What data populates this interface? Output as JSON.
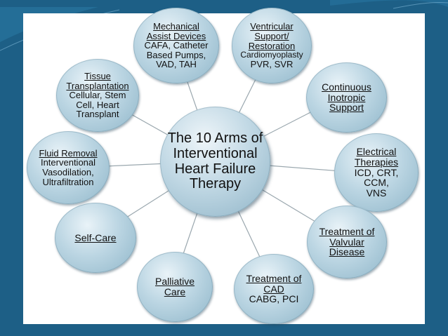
{
  "diagram": {
    "center": {
      "lines": [
        "The 10 Arms of",
        "Interventional",
        "Heart Failure",
        "Therapy"
      ]
    },
    "nodes": [
      {
        "id": "mechanical-assist",
        "title": [
          "Mechanical",
          "Assist Devices"
        ],
        "details": [
          "CAFA, Catheter",
          "Based Pumps,",
          "VAD, TAH"
        ]
      },
      {
        "id": "ventricular-support",
        "title": [
          "Ventricular",
          "Support/",
          "Restoration"
        ],
        "details": [
          "Cardiomyoplasty",
          "PVR, SVR"
        ]
      },
      {
        "id": "continuous-inotropic",
        "title": [
          "Continuous",
          "Inotropic",
          "Support"
        ],
        "details": []
      },
      {
        "id": "electrical-therapies",
        "title": [
          "Electrical",
          "Therapies"
        ],
        "details": [
          "ICD, CRT,",
          "CCM,",
          "VNS"
        ]
      },
      {
        "id": "valvular-disease",
        "title": [
          "Treatment of",
          "Valvular",
          "Disease"
        ],
        "details": []
      },
      {
        "id": "treatment-cad",
        "title": [
          "Treatment of",
          "CAD"
        ],
        "details": [
          "CABG, PCI"
        ]
      },
      {
        "id": "palliative-care",
        "title": [
          "Palliative",
          "Care"
        ],
        "details": []
      },
      {
        "id": "self-care",
        "title": [
          "Self-Care"
        ],
        "details": []
      },
      {
        "id": "fluid-removal",
        "title": [
          "Fluid Removal"
        ],
        "details": [
          "Interventional",
          "Vasodilation,",
          "Ultrafiltration"
        ]
      },
      {
        "id": "tissue-transplantation",
        "title": [
          "Tissue",
          "Transplantation"
        ],
        "details": [
          "Cellular, Stem",
          "Cell, Heart",
          "Transplant"
        ]
      }
    ]
  },
  "colors": {
    "background": "#1d5f86",
    "panel": "#ffffff",
    "node_fill": "#bcd6e3",
    "connector": "#9aa7ae"
  }
}
